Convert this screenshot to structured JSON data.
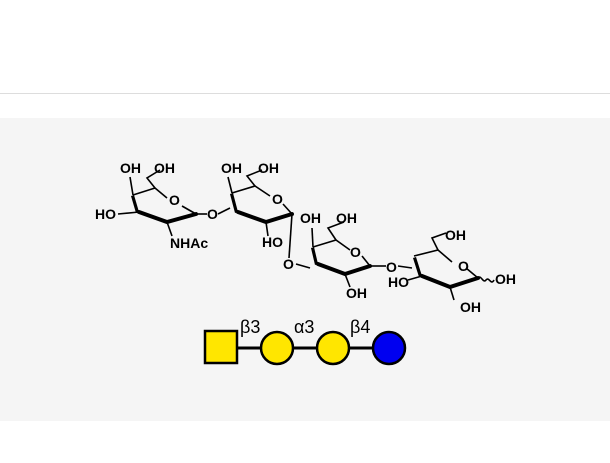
{
  "atoms": {
    "res1_oh4": "HO",
    "res1_oh3a": "OH",
    "res1_oh6": "OH",
    "res1_ring_o": "O",
    "res1_glyco_o": "O",
    "res1_nhac": "NHAc",
    "res2_oh3a": "OH",
    "res2_oh6": "OH",
    "res2_ring_o": "O",
    "res2_oh2": "HO",
    "res2_glyco_o": "O",
    "res3_oh4": "OH",
    "res3_oh6": "OH",
    "res3_ring_o": "O",
    "res3_oh2": "OH",
    "res3_glyco_o": "O",
    "res4_oh6": "OH",
    "res4_ring_o": "O",
    "res4_oh3": "HO",
    "res4_oh2": "OH",
    "res4_oh1": "OH"
  },
  "snfg": {
    "linkages": [
      "β3",
      "α3",
      "β4"
    ],
    "residues": [
      {
        "shape": "square",
        "color": "#FFE600"
      },
      {
        "shape": "circle",
        "color": "#FFE600"
      },
      {
        "shape": "circle",
        "color": "#FFE600"
      },
      {
        "shape": "circle",
        "color": "#0000F0"
      }
    ]
  }
}
